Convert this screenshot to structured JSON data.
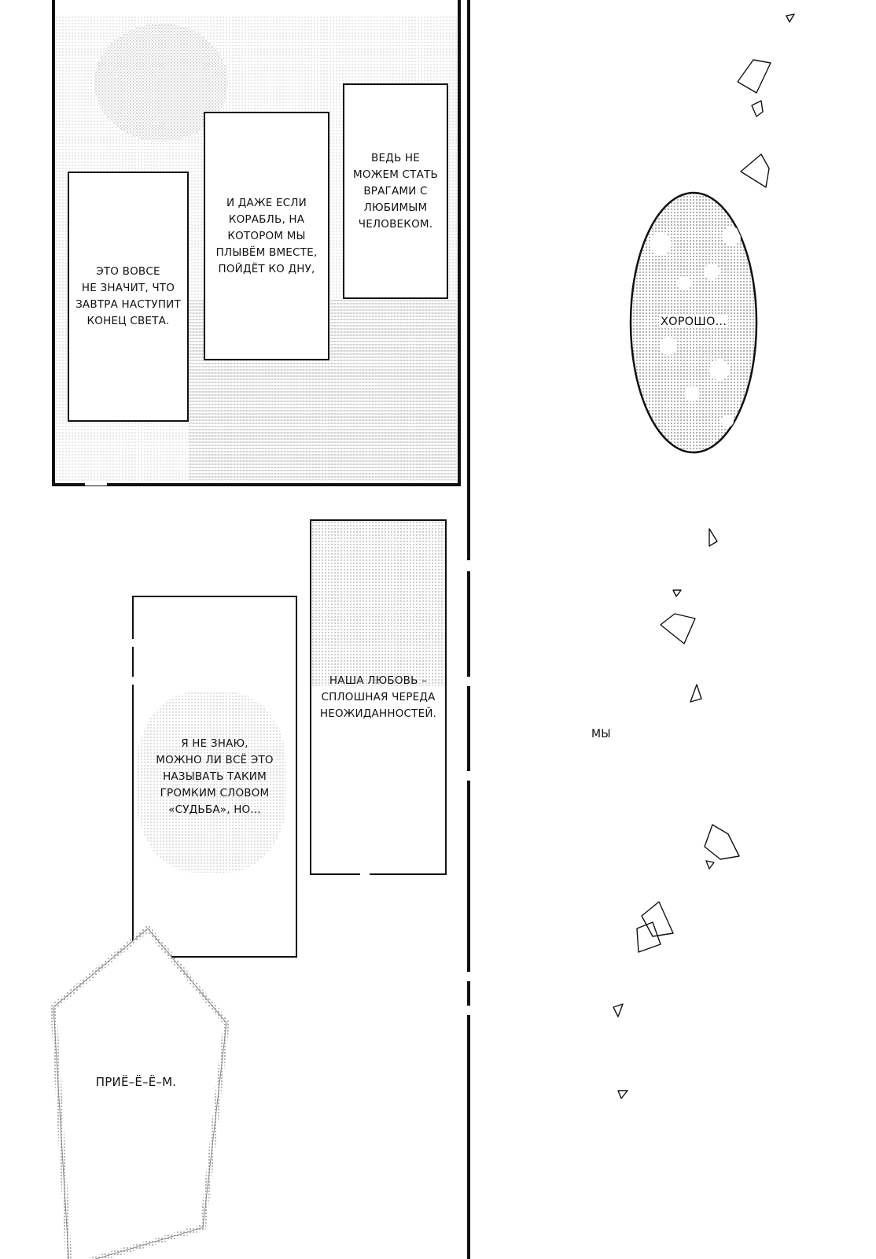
{
  "captions": {
    "c1": "ЭТО ВОВСЕ\nНЕ ЗНАЧИТ, ЧТО\nЗАВТРА НАСТУПИТ\nКОНЕЦ СВЕТА.",
    "c2": "И ДАЖЕ ЕСЛИ\nКОРАБЛЬ, НА\nКОТОРОМ МЫ\nПЛЫВЁМ ВМЕСТЕ,\nПОЙДЁТ КО ДНУ,",
    "c3": "ВЕДЬ НЕ\nМОЖЕМ СТАТЬ\nВРАГАМИ С\nЛЮБИМЫМ\nЧЕЛОВЕКОМ.",
    "c4": "НАША ЛЮБОВЬ –\nСПЛОШНАЯ ЧЕРЕДА\nНЕОЖИДАННОСТЕЙ.",
    "c5": "Я НЕ ЗНАЮ,\nМОЖНО ЛИ ВСЁ ЭТО\nНАЗЫВАТЬ ТАКИМ\nГРОМКИМ СЛОВОМ\n«СУДЬБА», НО..."
  },
  "bubbles": {
    "horosho": "ХОРОШО...",
    "my": "МЫ",
    "priem": "ПРИЁ–Ё–Ё–М."
  },
  "colors": {
    "ink": "#111111",
    "tone": "#b8b8b8",
    "paper": "#ffffff"
  }
}
